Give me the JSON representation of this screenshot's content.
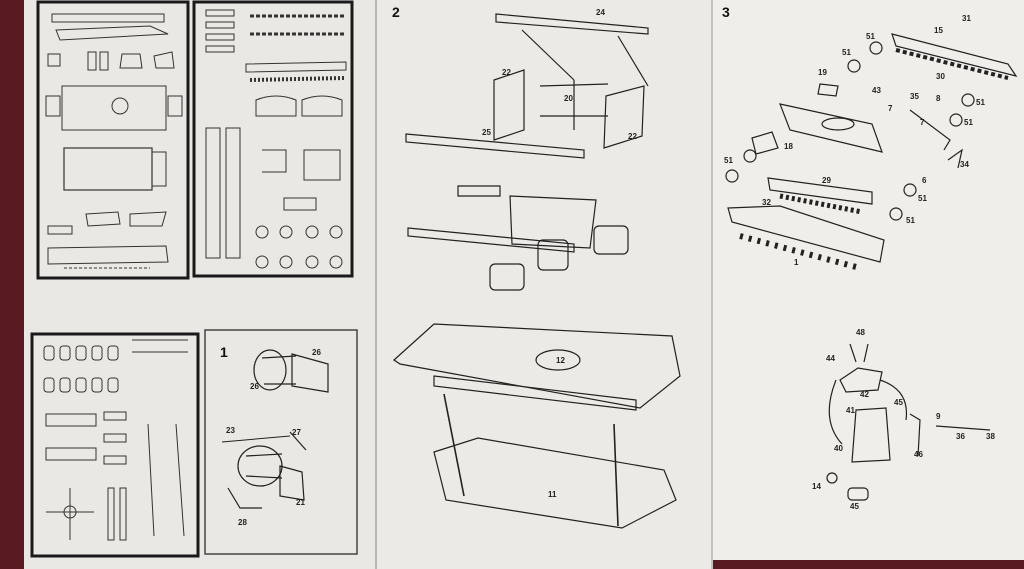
{
  "steps": {
    "s1": "1",
    "s2": "2",
    "s3": "3"
  },
  "step1_parts": [
    "26",
    "26",
    "23",
    "27",
    "28",
    "21"
  ],
  "step2_parts": [
    "24",
    "22",
    "20",
    "22",
    "25",
    "12",
    "11"
  ],
  "step3_parts": [
    "31",
    "15",
    "51",
    "51",
    "19",
    "43",
    "30",
    "35",
    "8",
    "51",
    "7",
    "51",
    "7",
    "18",
    "51",
    "34",
    "29",
    "6",
    "32",
    "51",
    "51",
    "1",
    "48",
    "44",
    "42",
    "45",
    "41",
    "9",
    "36",
    "38",
    "40",
    "46",
    "14",
    "45"
  ],
  "colors": {
    "paper": "#e9e8e4",
    "ink": "#222222",
    "background": "#5a1a22"
  }
}
